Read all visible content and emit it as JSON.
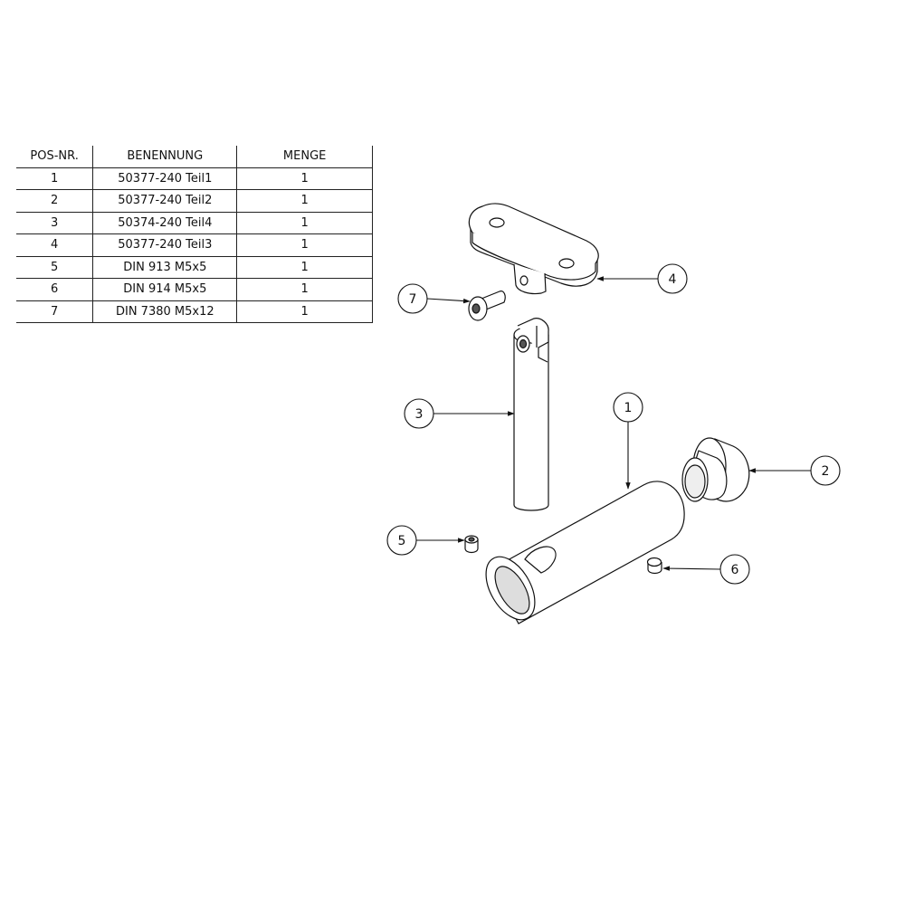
{
  "bom": {
    "headers": [
      "POS-NR.",
      "BENENNUNG",
      "MENGE"
    ],
    "rows": [
      {
        "pos": "1",
        "name": "50377-240 Teil1",
        "qty": "1"
      },
      {
        "pos": "2",
        "name": "50377-240 Teil2",
        "qty": "1"
      },
      {
        "pos": "3",
        "name": "50374-240 Teil4",
        "qty": "1"
      },
      {
        "pos": "4",
        "name": "50377-240 Teil3",
        "qty": "1"
      },
      {
        "pos": "5",
        "name": "DIN 913 M5x5",
        "qty": "1"
      },
      {
        "pos": "6",
        "name": "DIN 914 M5x5",
        "qty": "1"
      },
      {
        "pos": "7",
        "name": "DIN 7380 M5x12",
        "qty": "1"
      }
    ]
  },
  "balloons": {
    "b1": "1",
    "b2": "2",
    "b3": "3",
    "b4": "4",
    "b5": "5",
    "b6": "6",
    "b7": "7"
  }
}
